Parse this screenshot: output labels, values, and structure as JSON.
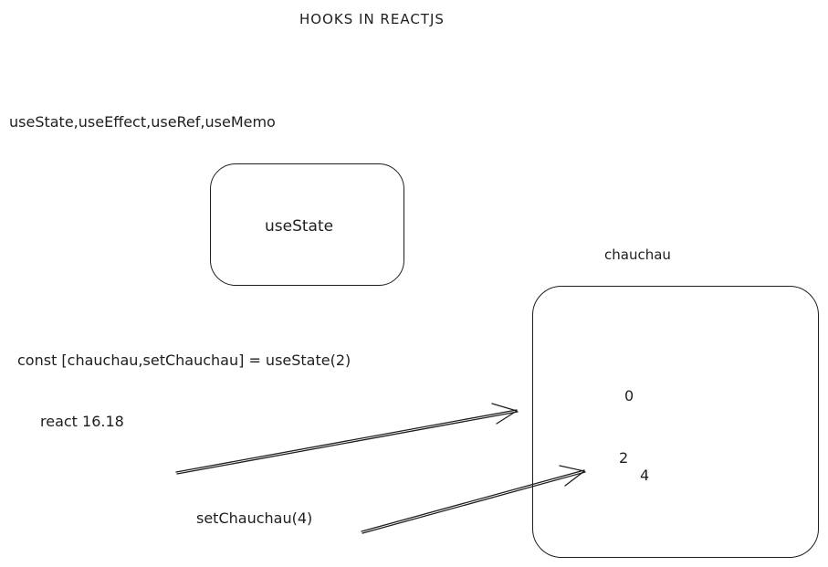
{
  "title": "HOOKS IN REACTJS",
  "hooks_list": "useState,useEffect,useRef,useMemo",
  "hook_box_label": "useState",
  "state_box_caption": "chauchau",
  "declaration": "const [chauchau,setChauchau] = useState(2)",
  "version_note": "react 16.18",
  "setter_call": "setChauchau(4)",
  "state_values": [
    "0",
    "2",
    "4"
  ],
  "colors": {
    "ink": "#1e1e1e",
    "background": "#ffffff"
  }
}
